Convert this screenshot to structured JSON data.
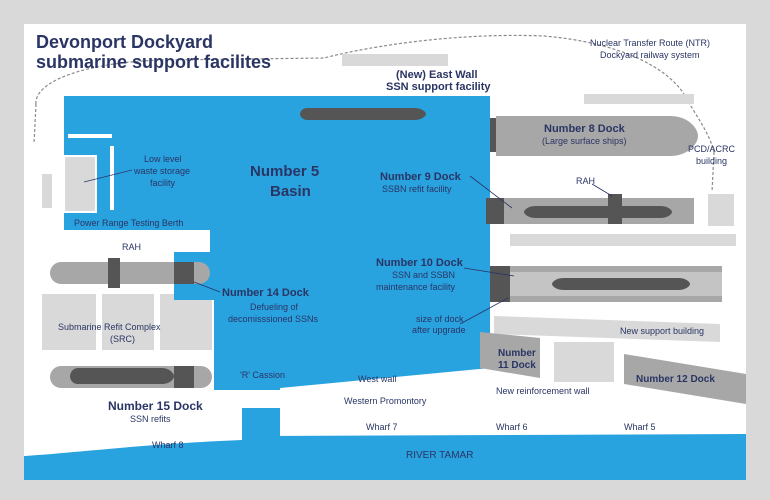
{
  "title": {
    "line1": "Devonport Dockyard",
    "line2": "submarine support facilites"
  },
  "colors": {
    "water": "#29a2e0",
    "navy": "#2a3564",
    "grey": "#d9d9d9",
    "land": "#ffffff",
    "dock": "#a7a7a7"
  },
  "labels": {
    "ntr1": "Nuclear Transfer Route (NTR)",
    "ntr2": "Dockyard railway system",
    "eastwall1": "(New) East Wall",
    "eastwall2": "SSN support facility",
    "dock8": "Number 8 Dock",
    "dock8_sub": "(Large surface ships)",
    "pcd1": "PCD/ACRC",
    "pcd2": "building",
    "lowlevel1": "Low level",
    "lowlevel2": "waste storage",
    "lowlevel3": "facility",
    "basin1": "Number 5",
    "basin2": "Basin",
    "dock9": "Number 9 Dock",
    "dock9_sub": "SSBN refit facility",
    "rah": "RAH",
    "power": "Power Range Testing Berth",
    "rah2": "RAH",
    "dock10": "Number 10 Dock",
    "dock10_sub1": "SSN and SSBN",
    "dock10_sub2": "maintenance facility",
    "dock14": "Number 14 Dock",
    "dock14_sub1": "Defueling of",
    "dock14_sub2": "decomisssioned SSNs",
    "size1": "size of dock",
    "size2": "after upgrade",
    "newsupport": "New support building",
    "src1": "Submarine Refit Complex",
    "src2": "(SRC)",
    "dock11a": "Number",
    "dock11b": "11 Dock",
    "dock12": "Number 12 Dock",
    "rcassion": "'R' Cassion",
    "westwall": "West wall",
    "reinforce": "New reinforcement wall",
    "westprom": "Western Promontory",
    "dock15": "Number 15 Dock",
    "dock15_sub": "SSN refits",
    "wharf8": "Wharf 8",
    "wharf7": "Wharf 7",
    "wharf6": "Wharf 6",
    "wharf5": "Wharf 5",
    "river": "RIVER TAMAR"
  }
}
